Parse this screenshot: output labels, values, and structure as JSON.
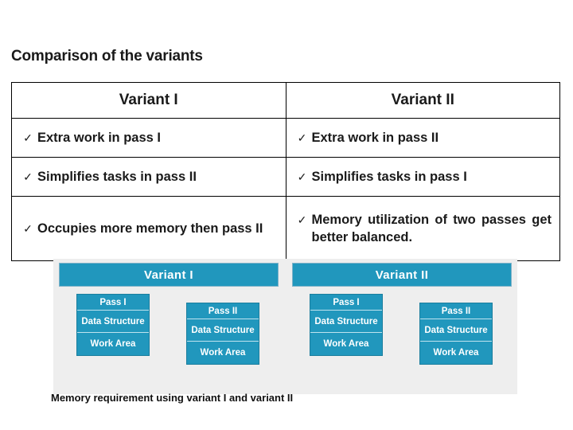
{
  "slide": {
    "title": "Comparison of the variants",
    "caption": "Memory requirement  using variant I and variant II"
  },
  "table": {
    "headers": [
      "Variant I",
      "Variant II"
    ],
    "check_glyph": "✓",
    "rows": [
      {
        "left": "Extra work in pass I",
        "right": "Extra work in pass II"
      },
      {
        "left": "Simplifies tasks in pass II",
        "right": "Simplifies tasks in pass I"
      },
      {
        "left": "Occupies more memory then pass II",
        "right_line1_words": [
          "Memory",
          "utilization",
          "of",
          "two",
          "passes",
          "get"
        ],
        "right_line2": "better balanced."
      }
    ]
  },
  "diagram": {
    "panels": [
      {
        "header": "Variant I",
        "columns": [
          {
            "name": "pass-i",
            "segments": [
              "Pass I",
              "Data Structure",
              "Work Area"
            ]
          },
          {
            "name": "pass-ii",
            "segments": [
              "Pass II",
              "Data Structure",
              "Work Area"
            ]
          }
        ]
      },
      {
        "header": "Variant II",
        "columns": [
          {
            "name": "pass-i",
            "segments": [
              "Pass I",
              "Data Structure",
              "Work Area"
            ]
          },
          {
            "name": "pass-ii",
            "segments": [
              "Pass II",
              "Data Structure",
              "Work Area"
            ]
          }
        ]
      }
    ]
  },
  "colors": {
    "accent": "#2197bd",
    "panel_bg": "#eeeeee",
    "text": "#1a1a1a"
  }
}
